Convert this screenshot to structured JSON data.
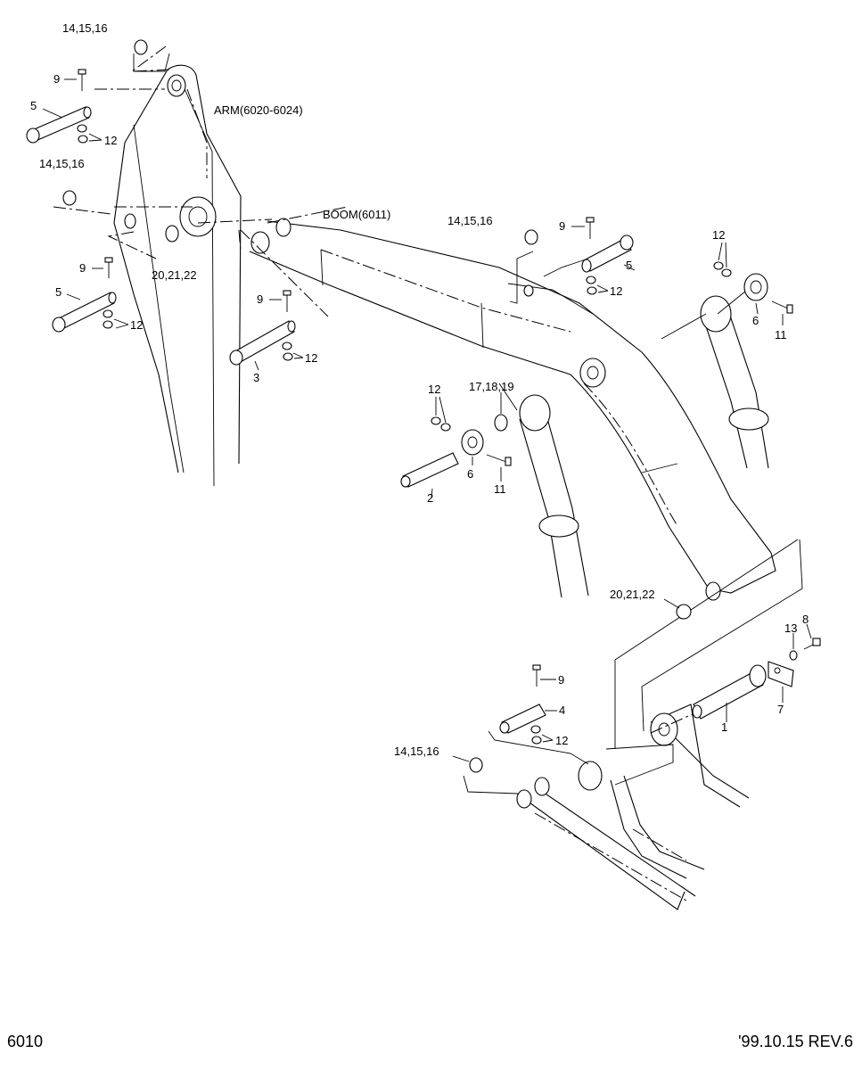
{
  "footer": {
    "page_code": "6010",
    "revision": "'99.10.15 REV.6"
  },
  "components": {
    "arm": "ARM(6020-6024)",
    "boom": "BOOM(6011)"
  },
  "callouts": {
    "c_14_15_16_a": "14,15,16",
    "c_9_a": "9",
    "c_5_a": "5",
    "c_12_a": "12",
    "c_14_15_16_b": "14,15,16",
    "c_9_b": "9",
    "c_5_b": "5",
    "c_12_b": "12",
    "c_20_21_22_a": "20,21,22",
    "c_9_c": "9",
    "c_3": "3",
    "c_12_c": "12",
    "c_14_15_16_c": "14,15,16",
    "c_9_d": "9",
    "c_5_c": "5",
    "c_12_d": "12",
    "c_12_e": "12",
    "c_6_a": "6",
    "c_11_a": "11",
    "c_12_f": "12",
    "c_17_18_19": "17,18,19",
    "c_6_b": "6",
    "c_11_b": "11",
    "c_2": "2",
    "c_20_21_22_b": "20,21,22",
    "c_13": "13",
    "c_8": "8",
    "c_7": "7",
    "c_1": "1",
    "c_9_e": "9",
    "c_4": "4",
    "c_12_g": "12",
    "c_14_15_16_d": "14,15,16"
  }
}
